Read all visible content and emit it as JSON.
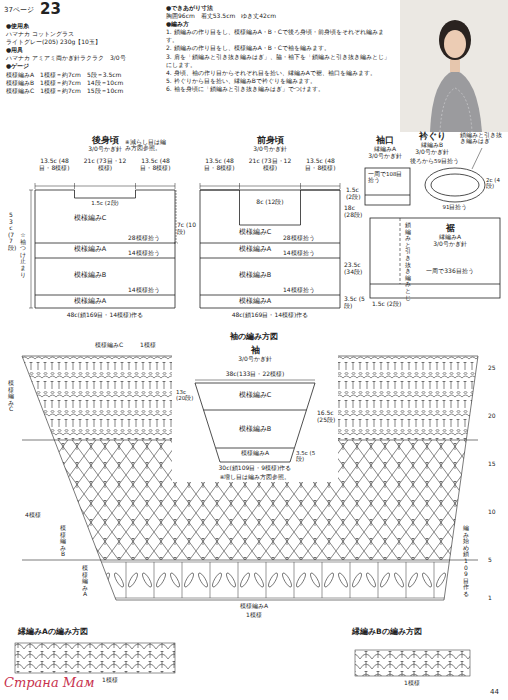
{
  "diagram": {
    "title": "23",
    "nodes": [
      {
        "text": [
          "後身頃",
          "3/0号かぎ針"
        ]
      },
      {
        "text": [
          "前身頃",
          "3/0号かぎ針"
        ]
      },
      {
        "text": [
          "袖口",
          "縁編みA",
          "3/0号かぎ針"
        ]
      },
      {
        "text": [
          "衿ぐり",
          "縁編みB",
          "3/0号かぎ針"
        ]
      },
      {
        "text": [
          "裾",
          "縁編みA",
          "3/0号かぎ針"
        ]
      },
      {
        "text": [
          "袖",
          "3/0号かぎ針"
        ]
      }
    ],
    "labels": [
      "37ページ",
      "●使用糸",
      "ハマナカ コットングラス",
      "ライトグレー(205) 230g【10玉】",
      "●用具",
      "ハマナカ アミアミ両かぎ針ラクラク　3/0号",
      "●ゲージ",
      "模様編みA　1模様＝約7cm　5段＝3.5cm",
      "模様編みB　1模様＝約7cm　14段＝10cm",
      "模様編みC　1模様＝約7cm　15段＝10cm",
      "●できあがり寸法",
      "胸囲96cm　着丈53.5cm　ゆき丈42cm",
      "●編み方",
      "1. 鎖編みの作り目をし、模様編みA・B・Cで後ろ身頃・前身頃をそれぞれ編みます。",
      "2. 鎖編みの作り目をし、模様編みA・B・Cで袖を編みます。",
      "3. 肩を「鎖編みと引き抜き編みはぎ」、脇・袖下を「鎖編みと引き抜き編みとじ」にします。",
      "4. 身頃、袖の作り目からそれぞれ目を拾い、縁編みAで裾、袖口を編みます。",
      "5. 衿ぐりから目を拾い、縁編みBで衿ぐりを編みます。",
      "6. 袖を身頃に「鎖編みと引き抜き編みはぎ」でつけます。",
      "13.5c (48目・8模様)",
      "21c (73目・12模様)",
      "13.5c (48目・8模様)",
      "1.5c (2段)",
      "模様編みC",
      "28模様拾う",
      "模様編みA",
      "14模様拾う",
      "模様編みB",
      "14模様拾う",
      "模様編みA",
      "48c(鎖169目・14模様)作る",
      "※減らし目は編み方図参照。",
      "53c (77段)",
      "☆袖つけ止まり",
      "13.5c (48目・8模様)",
      "21c (73目・12模様)",
      "13.5c (48目・8模様)",
      "8c (12段)",
      "模様編みC",
      "28模様拾う",
      "模様編みA",
      "14模様拾う",
      "模様編みB",
      "14模様拾う",
      "模様編みA",
      "48c(鎖169目・14模様)作る",
      "7c (10段)",
      "18c (28段)",
      "23.5c (34段)",
      "3.5c (5段)",
      "1.5c (2段)",
      "一周で108目拾う",
      "後ろから59目拾う",
      "91目拾う",
      "2c (4段)",
      "鎖編みと引き抜き編みはぎ",
      "一周で336目拾う",
      "1.5c (2段)",
      "鎖編みと引き抜き編みとじ",
      "袖の編み方図",
      "模様編みC",
      "1模様",
      "模様編みC",
      "4模様",
      "模様編みB",
      "模様編みA",
      "38c(133目・22模様)",
      "13c (20段)",
      "模様編みC",
      "16.5c (25段)",
      "模様編みB",
      "3.5c (5段)",
      "模様編みA",
      "30c(鎖109目・9模様)作る",
      "※増し目は編み方図参照。",
      "25",
      "20",
      "15",
      "10",
      "5",
      "1",
      "編み始め 鎖109目作る",
      "模様編みA",
      "1模様",
      "縁編みAの編み方図",
      "1模様",
      "縁編みBの編み方図",
      "1模様",
      "44",
      "Страна Мам"
    ]
  }
}
